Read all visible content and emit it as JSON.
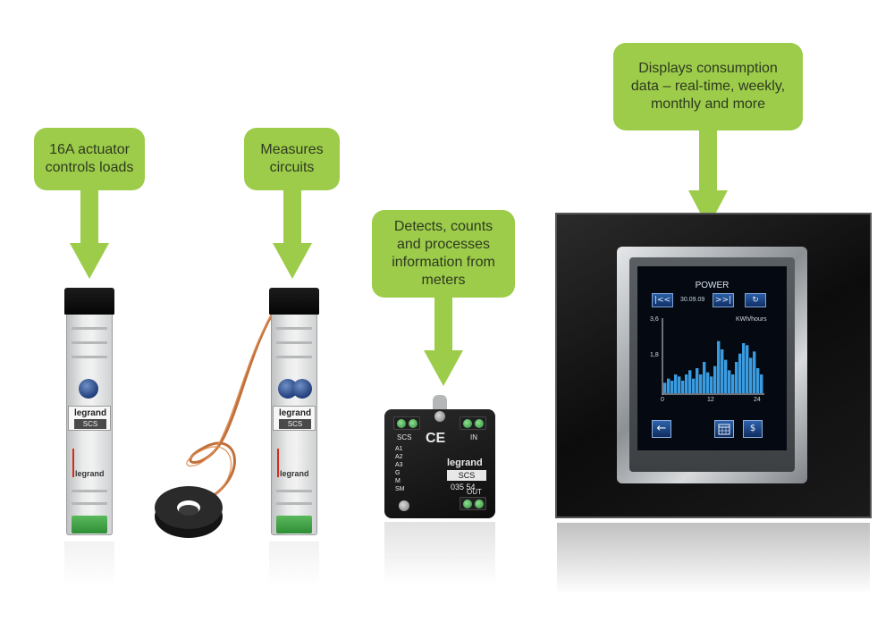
{
  "callouts": {
    "actuator": {
      "line1": "16A actuator",
      "line2": "controls loads"
    },
    "measures": {
      "line1": "Measures",
      "line2": "circuits"
    },
    "detects": {
      "line1": "Detects, counts",
      "line2": "and processes",
      "line3": "information from",
      "line4": "meters"
    },
    "displays": {
      "line1": "Displays consumption",
      "line2": "data – real-time, weekly,",
      "line3": "monthly and more"
    }
  },
  "module": {
    "brand": "legrand",
    "line": "SCS"
  },
  "interface": {
    "brand": "legrand",
    "line": "SCS",
    "code": "035 54",
    "scs_label": "SCS",
    "ce_mark": "CE",
    "in_label": "IN",
    "out_label": "OUT",
    "inputs": [
      "A1",
      "A2",
      "A3",
      "G",
      "M",
      "SM"
    ]
  },
  "screen": {
    "title": "POWER",
    "date": "30.09.09",
    "unit": "KWh/hours",
    "y_top": "3,6",
    "y_mid": "1,8",
    "x_start": "0",
    "x_mid": "12",
    "x_end": "24",
    "back_icon": "arrow-left-icon",
    "calendar_icon": "calendar-icon",
    "cost_icon": "currency-icon",
    "cost_symbol": "$"
  },
  "colors": {
    "callout": "#9dcc4a",
    "callout_text": "#2e3a20",
    "bar": "#3a9be0"
  },
  "chart_data": {
    "type": "bar",
    "ylim": [
      0,
      3.6
    ],
    "xlim": [
      0,
      24
    ],
    "values": [
      0.5,
      0.7,
      0.6,
      0.9,
      0.8,
      0.6,
      0.9,
      1.1,
      0.7,
      1.2,
      0.9,
      1.5,
      1.0,
      0.8,
      1.3,
      2.5,
      2.1,
      1.6,
      1.1,
      0.9,
      1.5,
      1.9,
      2.4,
      2.3,
      1.7,
      2.0,
      1.2,
      0.9
    ]
  }
}
